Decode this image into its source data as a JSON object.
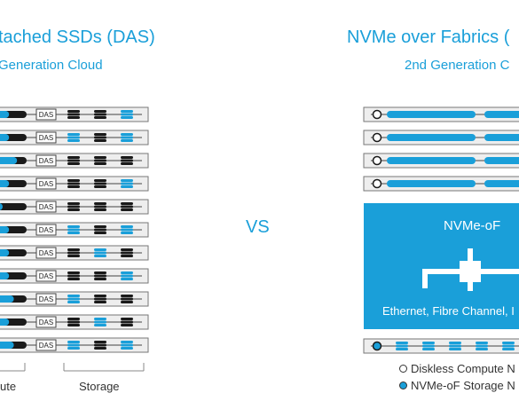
{
  "left": {
    "title": "tached SSDs (DAS)",
    "subtitle": "Generation Cloud",
    "das_label": "DAS",
    "compute_caption": "ute",
    "storage_caption": "Storage",
    "compute_fill_levels": [
      0.45,
      0.45,
      0.7,
      0.45,
      0.25,
      0.45,
      0.45,
      0.45,
      0.6,
      0.45,
      0.6
    ],
    "disk_colors": [
      [
        "black",
        "black",
        "blue"
      ],
      [
        "blue",
        "black",
        "blue"
      ],
      [
        "black",
        "black",
        "black"
      ],
      [
        "black",
        "black",
        "blue"
      ],
      [
        "black",
        "black",
        "black"
      ],
      [
        "blue",
        "black",
        "blue"
      ],
      [
        "black",
        "blue",
        "black"
      ],
      [
        "black",
        "black",
        "blue"
      ],
      [
        "blue",
        "black",
        "black"
      ],
      [
        "black",
        "blue",
        "black"
      ],
      [
        "blue",
        "black",
        "blue"
      ]
    ]
  },
  "vs": "VS",
  "right": {
    "title": "NVMe over Fabrics (",
    "subtitle": "2nd Generation C",
    "nvmeof_label": "NVMe-oF",
    "fabric_label": "Ethernet, Fibre Channel, I",
    "legend": {
      "compute": "Diskless Compute N",
      "storage": "NVMe-oF Storage N"
    }
  },
  "colors": {
    "accent": "#1a9fd9",
    "dark": "#1a1a1a",
    "rack_bg": "#eeeeee",
    "rack_border": "#777777"
  }
}
